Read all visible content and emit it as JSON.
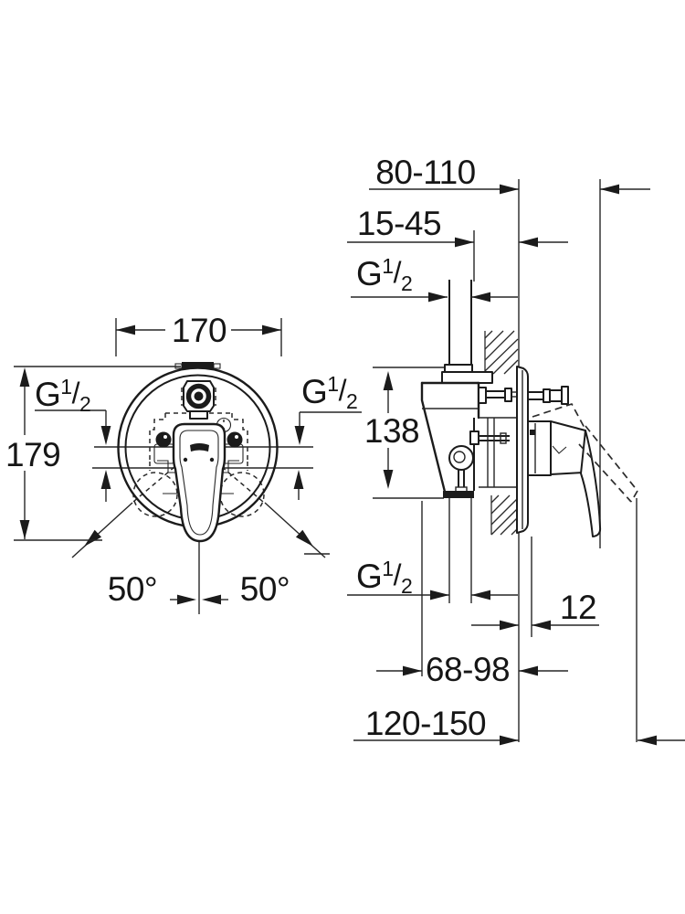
{
  "document": {
    "kind": "technical-dimension-drawing",
    "background_color": "#ffffff",
    "line_color": "#1b1b1b",
    "units_implied": "mm"
  },
  "thread_label": {
    "g": "G",
    "numerator": "1",
    "slash": "/",
    "denominator": "2"
  },
  "front_view": {
    "width": "170",
    "height": "179",
    "angle_left": "50°",
    "angle_right": "50°"
  },
  "side_view": {
    "handle_depth_range": "80-110",
    "protrusion_range": "15-45",
    "port_spacing_height": "138",
    "plate_thickness": "12",
    "body_recess_range": "68-98",
    "total_depth_range": "120-150"
  }
}
